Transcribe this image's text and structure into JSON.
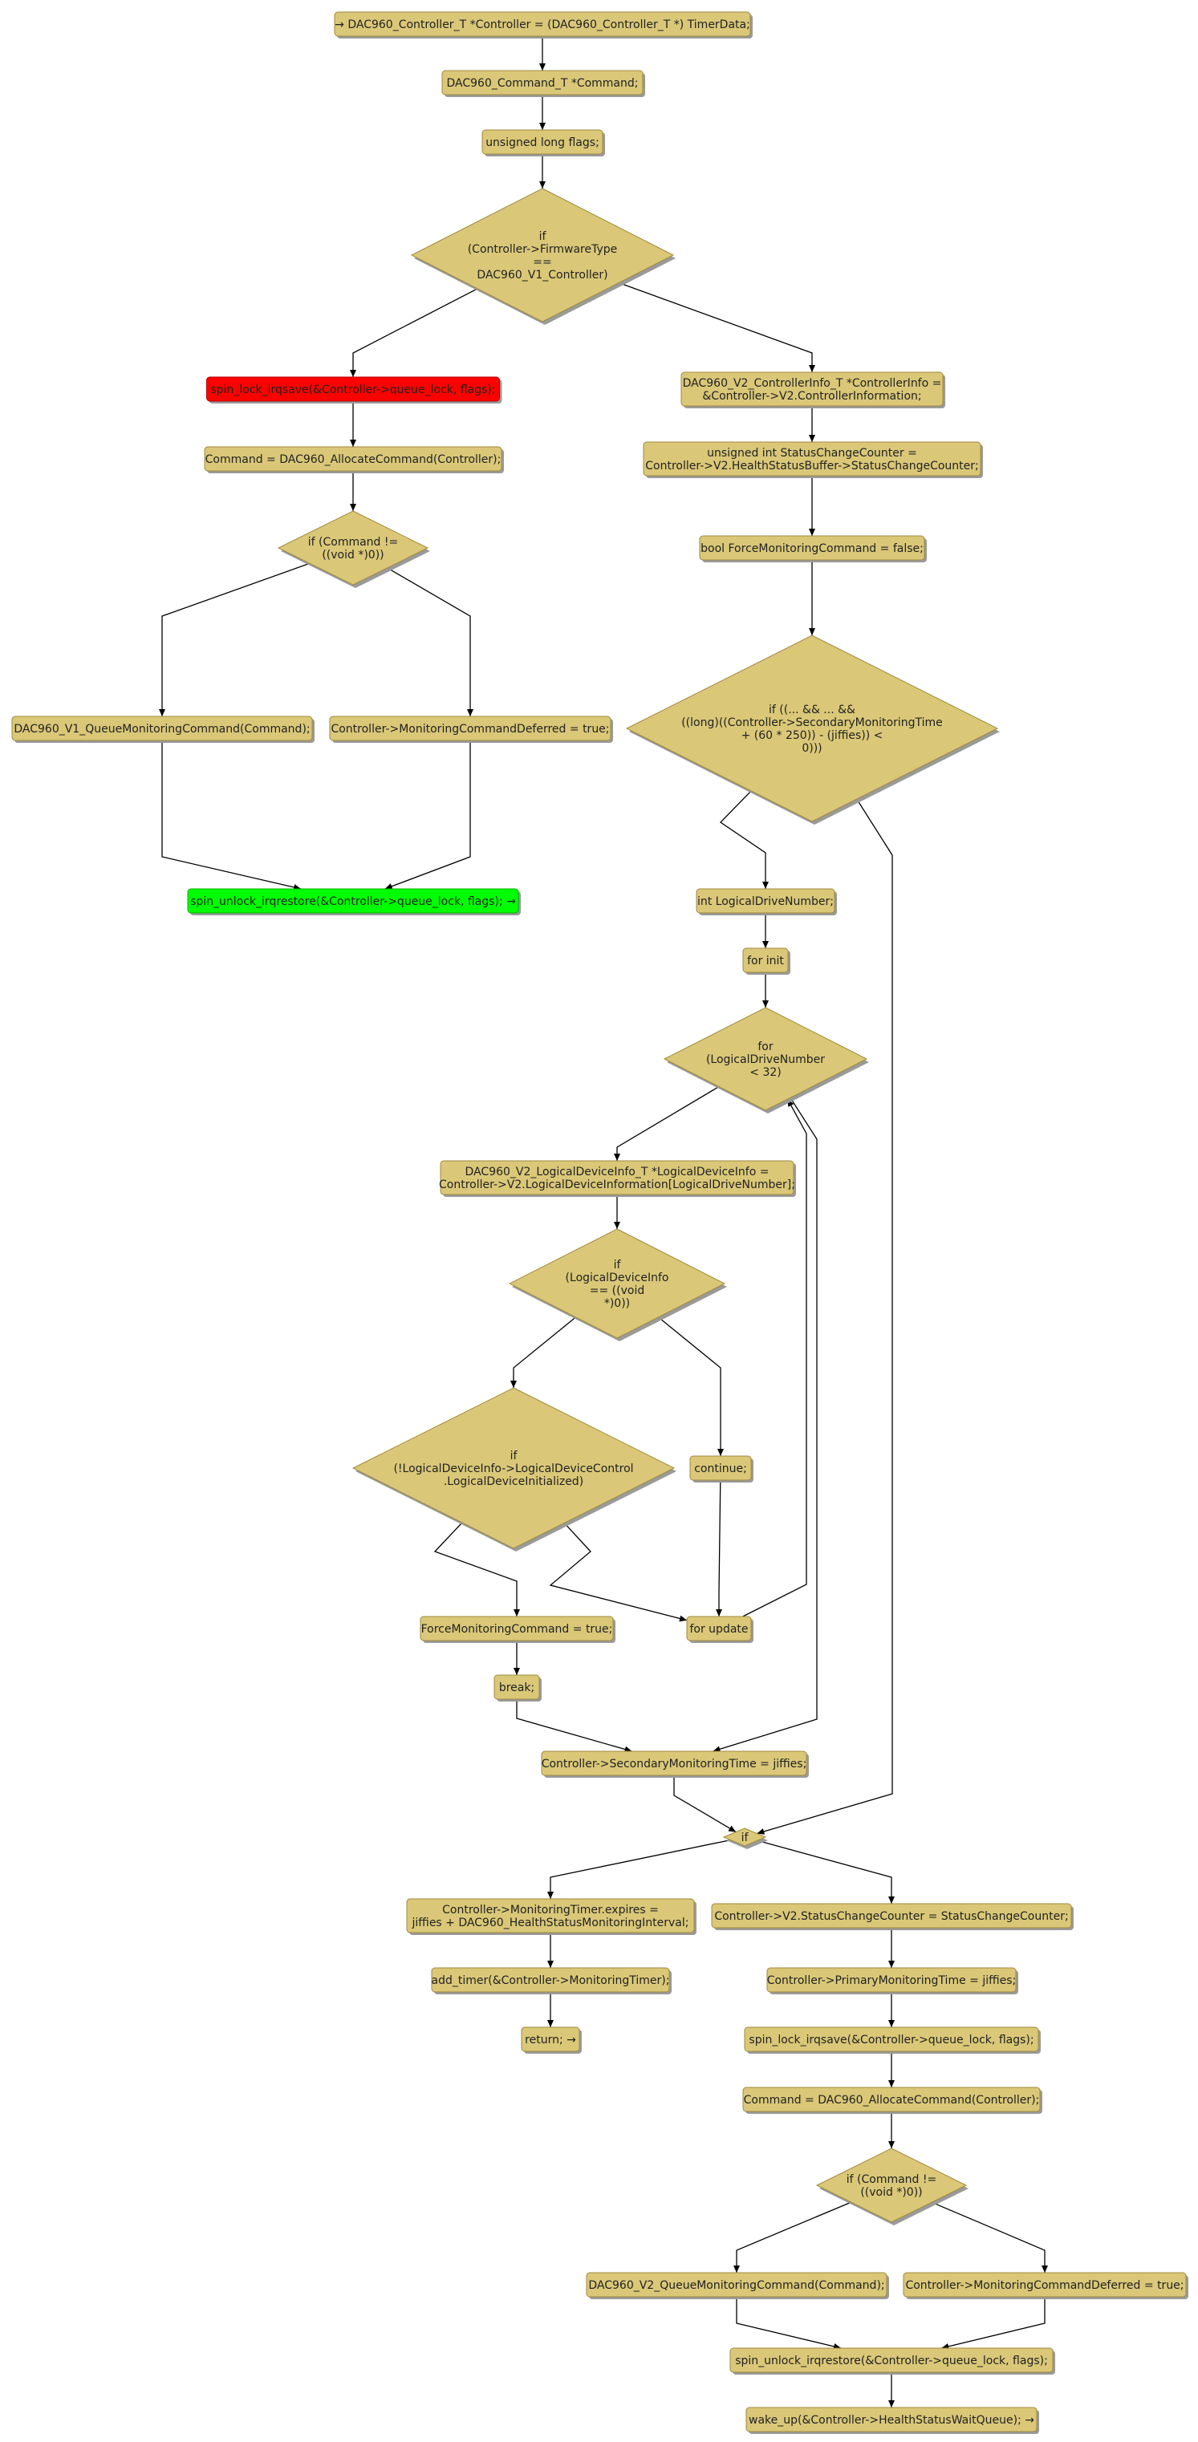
{
  "colors": {
    "node_fill": "#dac878",
    "node_stroke": "#a08a3c",
    "shadow": "#9a9a9a",
    "start_fill": "#ff0000",
    "start_stroke": "#b40000",
    "end_fill": "#00ff00",
    "end_stroke": "#00b400",
    "edge": "#000000",
    "text": "#222222"
  },
  "nodes": [
    {
      "id": "n_entry",
      "shape": "box",
      "lines": [
        "→ DAC960_Controller_T *Controller = (DAC960_Controller_T *) TimerData;"
      ]
    },
    {
      "id": "n_cmd_decl",
      "shape": "box",
      "lines": [
        "DAC960_Command_T *Command;"
      ]
    },
    {
      "id": "n_flags_decl",
      "shape": "box",
      "lines": [
        "unsigned long flags;"
      ]
    },
    {
      "id": "n_if_fw",
      "shape": "diamond",
      "lines": [
        "if",
        "(Controller->FirmwareType",
        "==",
        "DAC960_V1_Controller)"
      ]
    },
    {
      "id": "n_lock_v1",
      "shape": "box",
      "style": "red",
      "lines": [
        "spin_lock_irqsave(&Controller->queue_lock, flags);"
      ]
    },
    {
      "id": "n_alloc_v1",
      "shape": "box",
      "lines": [
        "Command = DAC960_AllocateCommand(Controller);"
      ]
    },
    {
      "id": "n_if_cmd_v1",
      "shape": "diamond",
      "lines": [
        "if (Command !=",
        "((void *)0))"
      ]
    },
    {
      "id": "n_queue_v1",
      "shape": "box",
      "lines": [
        "DAC960_V1_QueueMonitoringCommand(Command);"
      ]
    },
    {
      "id": "n_deferred_v1",
      "shape": "box",
      "lines": [
        "Controller->MonitoringCommandDeferred = true;"
      ]
    },
    {
      "id": "n_unlock_v1",
      "shape": "box",
      "style": "green",
      "lines": [
        "spin_unlock_irqrestore(&Controller->queue_lock, flags); →"
      ]
    },
    {
      "id": "n_ctrlinfo",
      "shape": "box",
      "lines": [
        "DAC960_V2_ControllerInfo_T *ControllerInfo =",
        "&Controller->V2.ControllerInformation;"
      ]
    },
    {
      "id": "n_status_counter",
      "shape": "box",
      "lines": [
        "unsigned int StatusChangeCounter =",
        "Controller->V2.HealthStatusBuffer->StatusChangeCounter;"
      ]
    },
    {
      "id": "n_force_false",
      "shape": "box",
      "lines": [
        "bool ForceMonitoringCommand = false;"
      ]
    },
    {
      "id": "n_if_time",
      "shape": "diamond",
      "lines": [
        "if ((... && ... &&",
        "((long)((Controller->SecondaryMonitoringTime",
        "+ (60 * 250)) - (jiffies)) <",
        "0)))"
      ]
    },
    {
      "id": "n_ldn_decl",
      "shape": "box",
      "lines": [
        "int LogicalDriveNumber;"
      ]
    },
    {
      "id": "n_for_init",
      "shape": "box",
      "lines": [
        "for init"
      ]
    },
    {
      "id": "n_for_cond",
      "shape": "diamond",
      "lines": [
        "for",
        "(LogicalDriveNumber",
        "< 32)"
      ]
    },
    {
      "id": "n_ldinfo",
      "shape": "box",
      "lines": [
        "DAC960_V2_LogicalDeviceInfo_T *LogicalDeviceInfo =",
        "Controller->V2.LogicalDeviceInformation[LogicalDriveNumber];"
      ]
    },
    {
      "id": "n_if_ldinfo",
      "shape": "diamond",
      "lines": [
        "if",
        "(LogicalDeviceInfo",
        "== ((void",
        "*)0))"
      ]
    },
    {
      "id": "n_if_init",
      "shape": "diamond",
      "lines": [
        "if",
        "(!LogicalDeviceInfo->LogicalDeviceControl",
        ".LogicalDeviceInitialized)"
      ]
    },
    {
      "id": "n_continue",
      "shape": "box",
      "lines": [
        "continue;"
      ]
    },
    {
      "id": "n_force_true",
      "shape": "box",
      "lines": [
        "ForceMonitoringCommand = true;"
      ]
    },
    {
      "id": "n_for_update",
      "shape": "box",
      "lines": [
        "for update"
      ]
    },
    {
      "id": "n_break",
      "shape": "box",
      "lines": [
        "break;"
      ]
    },
    {
      "id": "n_secondary_time",
      "shape": "box",
      "lines": [
        "Controller->SecondaryMonitoringTime = jiffies;"
      ]
    },
    {
      "id": "n_if_merge",
      "shape": "diamond",
      "lines": [
        "if"
      ]
    },
    {
      "id": "n_timer_expires",
      "shape": "box",
      "lines": [
        "Controller->MonitoringTimer.expires =",
        "jiffies + DAC960_HealthStatusMonitoringInterval;"
      ]
    },
    {
      "id": "n_add_timer",
      "shape": "box",
      "lines": [
        "add_timer(&Controller->MonitoringTimer);"
      ]
    },
    {
      "id": "n_return",
      "shape": "box",
      "lines": [
        "return; →"
      ]
    },
    {
      "id": "n_set_counter",
      "shape": "box",
      "lines": [
        "Controller->V2.StatusChangeCounter = StatusChangeCounter;"
      ]
    },
    {
      "id": "n_primary_time",
      "shape": "box",
      "lines": [
        "Controller->PrimaryMonitoringTime = jiffies;"
      ]
    },
    {
      "id": "n_lock_v2",
      "shape": "box",
      "lines": [
        "spin_lock_irqsave(&Controller->queue_lock, flags);"
      ]
    },
    {
      "id": "n_alloc_v2",
      "shape": "box",
      "lines": [
        "Command = DAC960_AllocateCommand(Controller);"
      ]
    },
    {
      "id": "n_if_cmd_v2",
      "shape": "diamond",
      "lines": [
        "if (Command !=",
        "((void *)0))"
      ]
    },
    {
      "id": "n_queue_v2",
      "shape": "box",
      "lines": [
        "DAC960_V2_QueueMonitoringCommand(Command);"
      ]
    },
    {
      "id": "n_deferred_v2",
      "shape": "box",
      "lines": [
        "Controller->MonitoringCommandDeferred = true;"
      ]
    },
    {
      "id": "n_unlock_v2",
      "shape": "box",
      "lines": [
        "spin_unlock_irqrestore(&Controller->queue_lock, flags);"
      ]
    },
    {
      "id": "n_wakeup",
      "shape": "box",
      "lines": [
        "wake_up(&Controller->HealthStatusWaitQueue); →"
      ]
    }
  ],
  "edges": [
    {
      "from": "n_entry",
      "to": "n_cmd_decl"
    },
    {
      "from": "n_cmd_decl",
      "to": "n_flags_decl"
    },
    {
      "from": "n_flags_decl",
      "to": "n_if_fw"
    },
    {
      "from": "n_if_fw",
      "to": "n_lock_v1"
    },
    {
      "from": "n_if_fw",
      "to": "n_ctrlinfo"
    },
    {
      "from": "n_lock_v1",
      "to": "n_alloc_v1"
    },
    {
      "from": "n_alloc_v1",
      "to": "n_if_cmd_v1"
    },
    {
      "from": "n_if_cmd_v1",
      "to": "n_queue_v1"
    },
    {
      "from": "n_if_cmd_v1",
      "to": "n_deferred_v1"
    },
    {
      "from": "n_queue_v1",
      "to": "n_unlock_v1"
    },
    {
      "from": "n_deferred_v1",
      "to": "n_unlock_v1"
    },
    {
      "from": "n_ctrlinfo",
      "to": "n_status_counter"
    },
    {
      "from": "n_status_counter",
      "to": "n_force_false"
    },
    {
      "from": "n_force_false",
      "to": "n_if_time"
    },
    {
      "from": "n_if_time",
      "to": "n_ldn_decl"
    },
    {
      "from": "n_if_time",
      "to": "n_if_merge"
    },
    {
      "from": "n_ldn_decl",
      "to": "n_for_init"
    },
    {
      "from": "n_for_init",
      "to": "n_for_cond"
    },
    {
      "from": "n_for_cond",
      "to": "n_ldinfo"
    },
    {
      "from": "n_for_cond",
      "to": "n_secondary_time"
    },
    {
      "from": "n_ldinfo",
      "to": "n_if_ldinfo"
    },
    {
      "from": "n_if_ldinfo",
      "to": "n_if_init"
    },
    {
      "from": "n_if_ldinfo",
      "to": "n_continue"
    },
    {
      "from": "n_if_init",
      "to": "n_force_true"
    },
    {
      "from": "n_if_init",
      "to": "n_for_update"
    },
    {
      "from": "n_continue",
      "to": "n_for_update"
    },
    {
      "from": "n_for_update",
      "to": "n_for_cond"
    },
    {
      "from": "n_force_true",
      "to": "n_break"
    },
    {
      "from": "n_break",
      "to": "n_secondary_time"
    },
    {
      "from": "n_secondary_time",
      "to": "n_if_merge"
    },
    {
      "from": "n_if_merge",
      "to": "n_timer_expires"
    },
    {
      "from": "n_if_merge",
      "to": "n_set_counter"
    },
    {
      "from": "n_timer_expires",
      "to": "n_add_timer"
    },
    {
      "from": "n_add_timer",
      "to": "n_return"
    },
    {
      "from": "n_set_counter",
      "to": "n_primary_time"
    },
    {
      "from": "n_primary_time",
      "to": "n_lock_v2"
    },
    {
      "from": "n_lock_v2",
      "to": "n_alloc_v2"
    },
    {
      "from": "n_alloc_v2",
      "to": "n_if_cmd_v2"
    },
    {
      "from": "n_if_cmd_v2",
      "to": "n_queue_v2"
    },
    {
      "from": "n_if_cmd_v2",
      "to": "n_deferred_v2"
    },
    {
      "from": "n_queue_v2",
      "to": "n_unlock_v2"
    },
    {
      "from": "n_deferred_v2",
      "to": "n_unlock_v2"
    },
    {
      "from": "n_unlock_v2",
      "to": "n_wakeup"
    }
  ]
}
